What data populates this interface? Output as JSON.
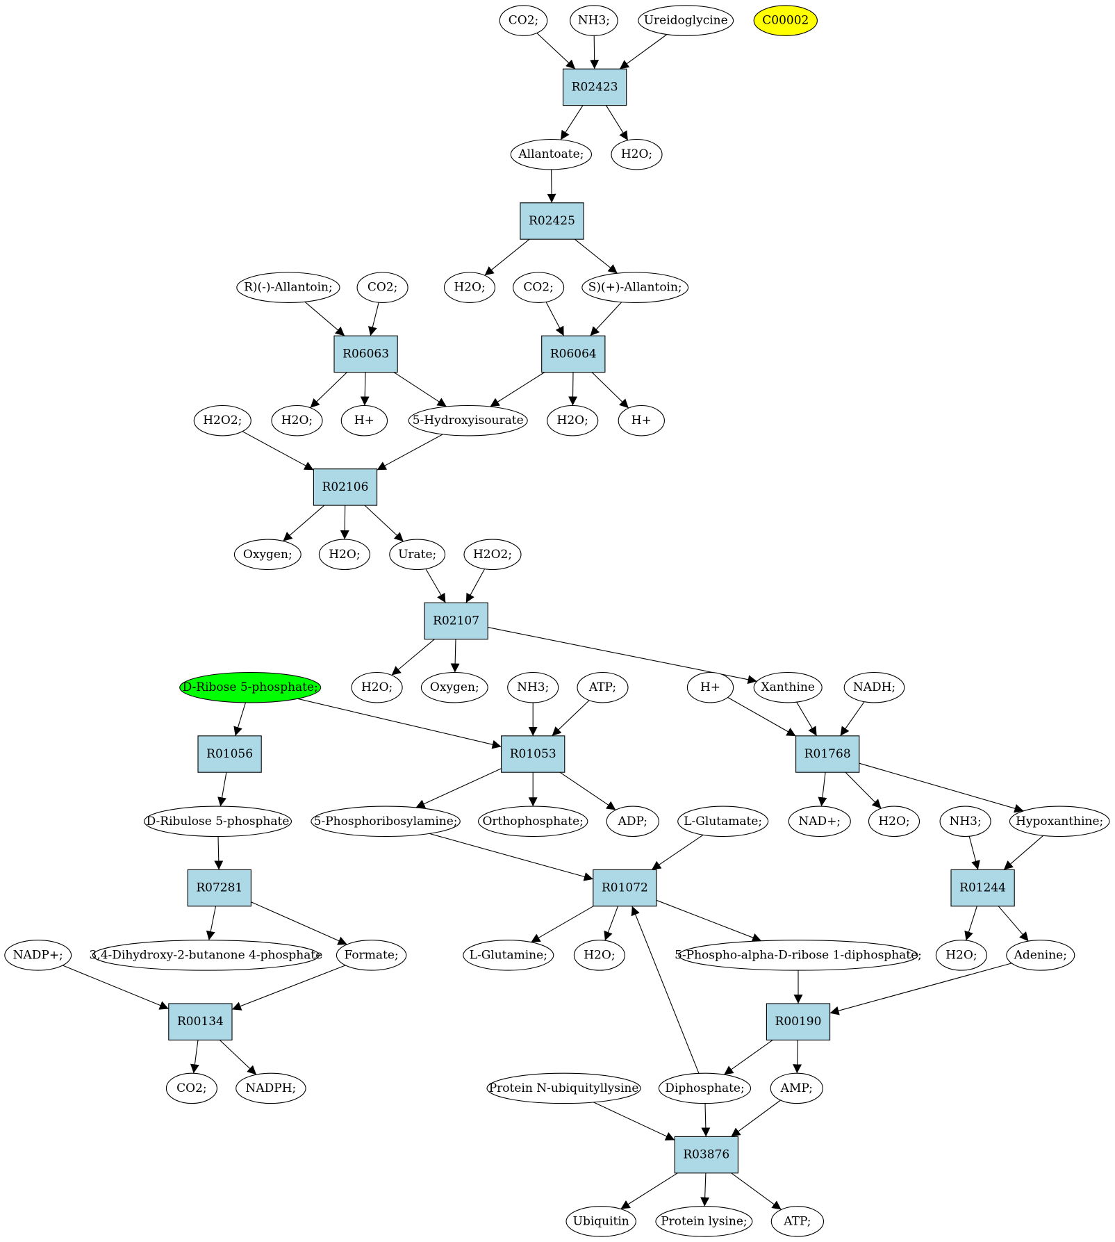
{
  "colors": {
    "reaction_fill": "#add8e6",
    "compound_fill": "#ffffff",
    "highlight_yellow": "#ffff00",
    "highlight_green": "#00ff00",
    "stroke": "#000000"
  },
  "compounds": [
    {
      "id": "c_co2_a",
      "label": "CO2;"
    },
    {
      "id": "c_nh3_a",
      "label": "NH3;"
    },
    {
      "id": "c_ureidoglycine",
      "label": "Ureidoglycine"
    },
    {
      "id": "c_c00002",
      "label": "C00002",
      "fill": "#ffff00"
    },
    {
      "id": "c_allantoate",
      "label": "Allantoate;"
    },
    {
      "id": "c_h2o_a",
      "label": "H2O;"
    },
    {
      "id": "c_r_allantoin",
      "label": "R)(-)-Allantoin;"
    },
    {
      "id": "c_co2_b",
      "label": "CO2;"
    },
    {
      "id": "c_h2o_b",
      "label": "H2O;"
    },
    {
      "id": "c_co2_c",
      "label": "CO2;"
    },
    {
      "id": "c_s_allantoin",
      "label": "S)(+)-Allantoin;"
    },
    {
      "id": "c_h2o2_a",
      "label": "H2O2;"
    },
    {
      "id": "c_h2o_c",
      "label": "H2O;"
    },
    {
      "id": "c_hplus_a",
      "label": "H+"
    },
    {
      "id": "c_hydroxyisourate",
      "label": "5-Hydroxyisourate"
    },
    {
      "id": "c_h2o_d",
      "label": "H2O;"
    },
    {
      "id": "c_hplus_b",
      "label": "H+"
    },
    {
      "id": "c_oxygen_a",
      "label": "Oxygen;"
    },
    {
      "id": "c_h2o_e",
      "label": "H2O;"
    },
    {
      "id": "c_urate",
      "label": "Urate;"
    },
    {
      "id": "c_h2o2_b",
      "label": "H2O2;"
    },
    {
      "id": "c_ribose5p",
      "label": "D-Ribose 5-phosphate;",
      "fill": "#00ff00"
    },
    {
      "id": "c_h2o_f",
      "label": "H2O;"
    },
    {
      "id": "c_oxygen_b",
      "label": "Oxygen;"
    },
    {
      "id": "c_nh3_b",
      "label": "NH3;"
    },
    {
      "id": "c_atp_a",
      "label": "ATP;"
    },
    {
      "id": "c_hplus_c",
      "label": "H+"
    },
    {
      "id": "c_xanthine",
      "label": "Xanthine"
    },
    {
      "id": "c_nadh",
      "label": "NADH;"
    },
    {
      "id": "c_ribulose5p",
      "label": "D-Ribulose 5-phosphate"
    },
    {
      "id": "c_phosphoribosylamine",
      "label": "5-Phosphoribosylamine;"
    },
    {
      "id": "c_orthophosphate",
      "label": "Orthophosphate;"
    },
    {
      "id": "c_adp",
      "label": "ADP;"
    },
    {
      "id": "c_lglutamate",
      "label": "L-Glutamate;"
    },
    {
      "id": "c_nadplus",
      "label": "NAD+;"
    },
    {
      "id": "c_h2o_g",
      "label": "H2O;"
    },
    {
      "id": "c_nh3_c",
      "label": "NH3;"
    },
    {
      "id": "c_hypoxanthine",
      "label": "Hypoxanthine;"
    },
    {
      "id": "c_nadpplus",
      "label": "NADP+;"
    },
    {
      "id": "c_dihydroxybutanone",
      "label": "3,4-Dihydroxy-2-butanone 4-phosphate"
    },
    {
      "id": "c_formate",
      "label": "Formate;"
    },
    {
      "id": "c_lglutamine",
      "label": "L-Glutamine;"
    },
    {
      "id": "c_h2o_h",
      "label": "H2O;"
    },
    {
      "id": "c_prpp",
      "label": "5-Phospho-alpha-D-ribose 1-diphosphate;"
    },
    {
      "id": "c_h2o_i",
      "label": "H2O;"
    },
    {
      "id": "c_adenine",
      "label": "Adenine;"
    },
    {
      "id": "c_co2_d",
      "label": "CO2;"
    },
    {
      "id": "c_nadph",
      "label": "NADPH;"
    },
    {
      "id": "c_ubiquityllysine",
      "label": "Protein N-ubiquityllysine"
    },
    {
      "id": "c_diphosphate",
      "label": "Diphosphate;"
    },
    {
      "id": "c_amp",
      "label": "AMP;"
    },
    {
      "id": "c_ubiquitin",
      "label": "Ubiquitin"
    },
    {
      "id": "c_proteinlysine",
      "label": "Protein lysine;"
    },
    {
      "id": "c_atp_b",
      "label": "ATP;"
    }
  ],
  "reactions": [
    {
      "id": "r02423",
      "label": "R02423"
    },
    {
      "id": "r02425",
      "label": "R02425"
    },
    {
      "id": "r06063",
      "label": "R06063"
    },
    {
      "id": "r06064",
      "label": "R06064"
    },
    {
      "id": "r02106",
      "label": "R02106"
    },
    {
      "id": "r02107",
      "label": "R02107"
    },
    {
      "id": "r01056",
      "label": "R01056"
    },
    {
      "id": "r01053",
      "label": "R01053"
    },
    {
      "id": "r01768",
      "label": "R01768"
    },
    {
      "id": "r07281",
      "label": "R07281"
    },
    {
      "id": "r01072",
      "label": "R01072"
    },
    {
      "id": "r01244",
      "label": "R01244"
    },
    {
      "id": "r00134",
      "label": "R00134"
    },
    {
      "id": "r00190",
      "label": "R00190"
    },
    {
      "id": "r03876",
      "label": "R03876"
    }
  ],
  "edges": [
    [
      "c_co2_a",
      "r02423"
    ],
    [
      "c_nh3_a",
      "r02423"
    ],
    [
      "c_ureidoglycine",
      "r02423"
    ],
    [
      "r02423",
      "c_allantoate"
    ],
    [
      "r02423",
      "c_h2o_a"
    ],
    [
      "c_allantoate",
      "r02425"
    ],
    [
      "r02425",
      "c_h2o_b"
    ],
    [
      "r02425",
      "c_s_allantoin"
    ],
    [
      "c_r_allantoin",
      "r06063"
    ],
    [
      "c_co2_b",
      "r06063"
    ],
    [
      "c_co2_c",
      "r06064"
    ],
    [
      "c_s_allantoin",
      "r06064"
    ],
    [
      "r06063",
      "c_h2o_c"
    ],
    [
      "r06063",
      "c_hplus_a"
    ],
    [
      "r06063",
      "c_hydroxyisourate"
    ],
    [
      "r06064",
      "c_hydroxyisourate"
    ],
    [
      "r06064",
      "c_h2o_d"
    ],
    [
      "r06064",
      "c_hplus_b"
    ],
    [
      "c_h2o2_a",
      "r02106"
    ],
    [
      "c_hydroxyisourate",
      "r02106"
    ],
    [
      "r02106",
      "c_oxygen_a"
    ],
    [
      "r02106",
      "c_h2o_e"
    ],
    [
      "r02106",
      "c_urate"
    ],
    [
      "c_urate",
      "r02107"
    ],
    [
      "c_h2o2_b",
      "r02107"
    ],
    [
      "r02107",
      "c_h2o_f"
    ],
    [
      "r02107",
      "c_oxygen_b"
    ],
    [
      "r02107",
      "c_xanthine"
    ],
    [
      "c_ribose5p",
      "r01056"
    ],
    [
      "c_ribose5p",
      "r01053"
    ],
    [
      "c_nh3_b",
      "r01053"
    ],
    [
      "c_atp_a",
      "r01053"
    ],
    [
      "c_hplus_c",
      "r01768"
    ],
    [
      "c_xanthine",
      "r01768"
    ],
    [
      "c_nadh",
      "r01768"
    ],
    [
      "r01056",
      "c_ribulose5p"
    ],
    [
      "r01053",
      "c_phosphoribosylamine"
    ],
    [
      "r01053",
      "c_orthophosphate"
    ],
    [
      "r01053",
      "c_adp"
    ],
    [
      "r01768",
      "c_nadplus"
    ],
    [
      "r01768",
      "c_h2o_g"
    ],
    [
      "r01768",
      "c_hypoxanthine"
    ],
    [
      "c_ribulose5p",
      "r07281"
    ],
    [
      "c_phosphoribosylamine",
      "r01072"
    ],
    [
      "c_lglutamate",
      "r01072"
    ],
    [
      "c_nh3_c",
      "r01244"
    ],
    [
      "c_hypoxanthine",
      "r01244"
    ],
    [
      "r07281",
      "c_dihydroxybutanone"
    ],
    [
      "r07281",
      "c_formate"
    ],
    [
      "r01072",
      "c_lglutamine"
    ],
    [
      "r01072",
      "c_h2o_h"
    ],
    [
      "r01072",
      "c_prpp"
    ],
    [
      "r01244",
      "c_h2o_i"
    ],
    [
      "r01244",
      "c_adenine"
    ],
    [
      "c_nadpplus",
      "r00134"
    ],
    [
      "c_formate",
      "r00134"
    ],
    [
      "c_prpp",
      "r00190"
    ],
    [
      "c_adenine",
      "r00190"
    ],
    [
      "r00134",
      "c_co2_d"
    ],
    [
      "r00134",
      "c_nadph"
    ],
    [
      "r00190",
      "c_diphosphate"
    ],
    [
      "r00190",
      "c_amp"
    ],
    [
      "c_diphosphate",
      "r01072"
    ],
    [
      "c_ubiquityllysine",
      "r03876"
    ],
    [
      "c_diphosphate",
      "r03876"
    ],
    [
      "c_amp",
      "r03876"
    ],
    [
      "r03876",
      "c_ubiquitin"
    ],
    [
      "r03876",
      "c_proteinlysine"
    ],
    [
      "r03876",
      "c_atp_b"
    ]
  ]
}
